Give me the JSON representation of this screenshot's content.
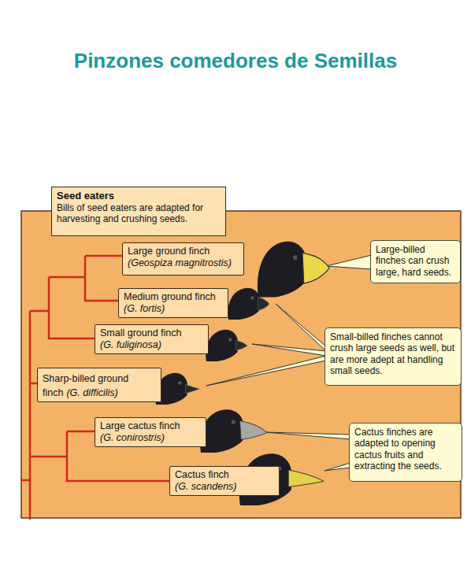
{
  "diagram": {
    "title": "Pinzones comedores de Semillas",
    "nodes": [
      {
        "text": [
          "Seed eaters",
          "Bills of seed eaters are adapted for harvesting and crushing seeds."
        ]
      },
      {
        "text": [
          "Large ground finch",
          "(Geospiza magnitrostis)"
        ]
      },
      {
        "text": [
          "Medium ground finch",
          "(G. fortis)"
        ]
      },
      {
        "text": [
          "Small ground finch",
          "(G. fuliginosa)"
        ]
      },
      {
        "text": [
          "Sharp-billed ground finch",
          "(G. difficilis)"
        ]
      },
      {
        "text": [
          "Large cactus finch",
          "(G. conirostris)"
        ]
      },
      {
        "text": [
          "Cactus finch",
          "(G. scandens)"
        ]
      },
      {
        "text": [
          "Large-billed finches can crush large, hard seeds."
        ]
      },
      {
        "text": [
          "Small-billed finches cannot crush large seeds as well, but are more adept at handling small seeds."
        ]
      },
      {
        "text": [
          "Cactus finches are adapted to opening cactus fruits and extracting the seeds."
        ]
      }
    ]
  }
}
